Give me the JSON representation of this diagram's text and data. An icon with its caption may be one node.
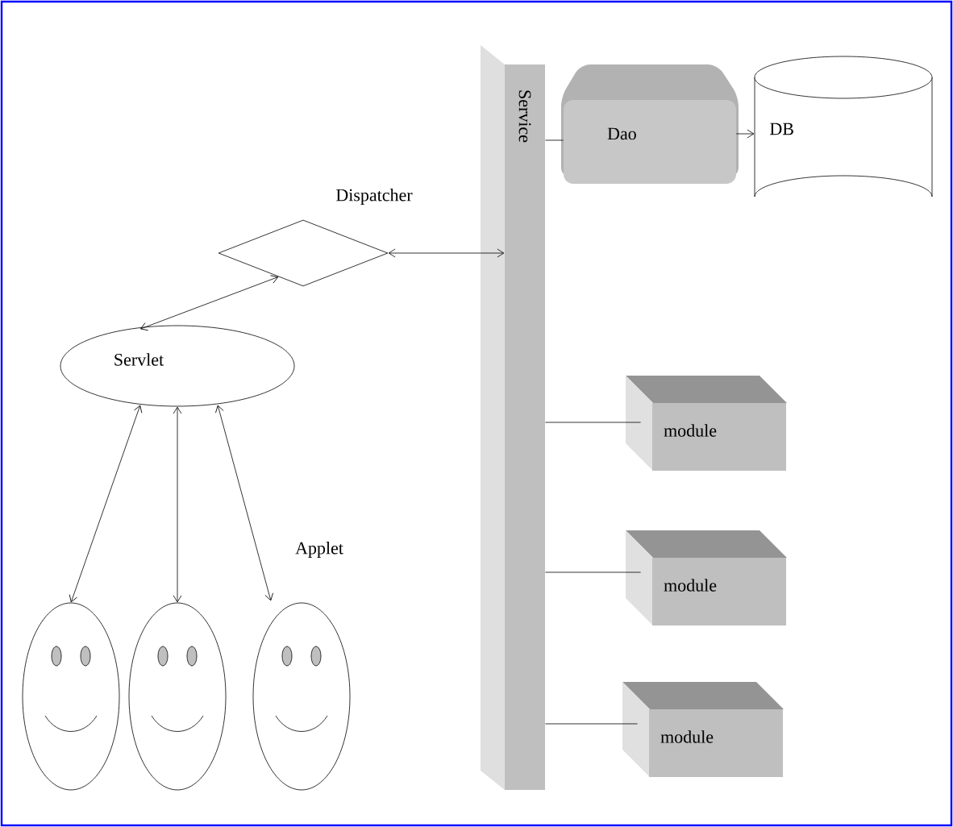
{
  "diagram": {
    "nodes": [
      {
        "text": [
          "Service"
        ]
      },
      {
        "text": [
          "Dao"
        ]
      },
      {
        "text": [
          "DB"
        ]
      },
      {
        "text": [
          "Dispatcher"
        ]
      },
      {
        "text": [
          "Servlet"
        ]
      },
      {
        "text": [],
        "shape": "face"
      },
      {
        "text": [],
        "shape": "face"
      },
      {
        "text": [],
        "shape": "face"
      },
      {
        "text": [
          "module"
        ]
      },
      {
        "text": [
          "module"
        ]
      },
      {
        "text": [
          "module"
        ]
      }
    ],
    "edges": [
      {
        "from": 0,
        "to": 1,
        "arrow": "none"
      },
      {
        "from": 1,
        "to": 2,
        "arrow": "to"
      },
      {
        "from": 3,
        "to": 0,
        "arrow": "both"
      },
      {
        "from": 3,
        "to": 4,
        "arrow": "both"
      },
      {
        "from": 4,
        "to": 5,
        "arrow": "both"
      },
      {
        "from": 4,
        "to": 6,
        "arrow": "both"
      },
      {
        "from": 4,
        "to": 7,
        "arrow": "both"
      },
      {
        "from": 0,
        "to": 8,
        "arrow": "none"
      },
      {
        "from": 0,
        "to": 9,
        "arrow": "none"
      },
      {
        "from": 0,
        "to": 10,
        "arrow": "none"
      }
    ],
    "labels": [
      "Applet"
    ]
  }
}
